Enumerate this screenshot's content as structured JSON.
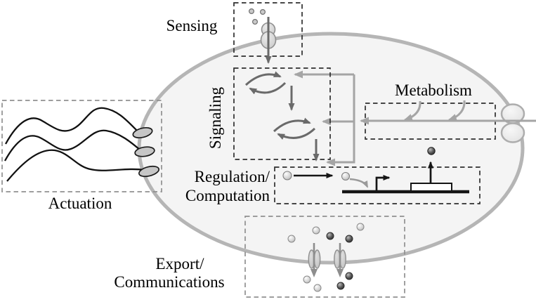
{
  "labels": {
    "sensing": "Sensing",
    "signaling": "Signaling",
    "metabolism": "Metabolism",
    "regulation_line1": "Regulation/",
    "regulation_line2": "Computation",
    "actuation": "Actuation",
    "export_line1": "Export/",
    "export_line2": "Communications"
  },
  "colors": {
    "cell_fill": "#f4f4f4",
    "membrane_stroke": "#b5b5b5",
    "dark_arrow": "#6a6a6a",
    "light_arrow": "#a5a5a5",
    "black_ink": "#151515",
    "dashed_box_black": "#2e2e2e",
    "dashed_box_gray": "#909090",
    "text": "#000000"
  },
  "icons": {
    "receptor-channel-icon": "two stacked gray ellipses crossing top membrane",
    "ligand-dot": "small gray circles outside membrane",
    "reaction-cycle-icon": "pair of opposed curved arrows forming a lens",
    "importer-channel-icon": "double-lobed channel on right membrane",
    "flagellum-icon": "wavy black filament",
    "flagellar-motor-icon": "tilted gray ellipse on left membrane",
    "dna-strand": "thick black horizontal line",
    "promoter-arrow-icon": "bent black arrow rising from DNA",
    "gene-box": "white rectangle on DNA",
    "protein-product-dot": "dark shaded sphere",
    "export-channel-icon": "paired vertical ellipses in bottom membrane",
    "signal-molecule-dot": "light and dark shaded spheres"
  }
}
